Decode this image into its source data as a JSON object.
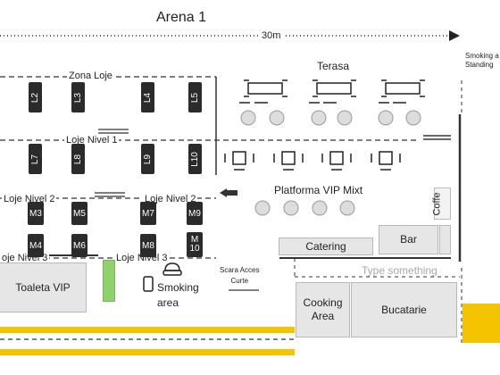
{
  "title": "Arena 1",
  "scale_label": "30m",
  "smoking_standing_label": "Smoking a Standing",
  "zona_loje": "Zona Loje",
  "terasa": "Terasa",
  "loje_nivel_1": "Loje Nivel 1",
  "loje_nivel_2_left": "Loje Nivel 2",
  "loje_nivel_2_right": "Loje Nivel 2",
  "loje_nivel_3_left": "oje Nivel 3",
  "loje_nivel_3_right": "Loje Nivel 3",
  "platforma": "Platforma VIP Mixt",
  "coffe": "Coffe",
  "catering": "Catering",
  "bar": "Bar",
  "type_something": "Type something",
  "toaleta": "Toaleta VIP",
  "smoking_area": "Smoking\narea",
  "scara": "Scara Acces\nCurte",
  "cooking": "Cooking\nArea",
  "bucatarie": "Bucatarie",
  "lodges_l": [
    "L2",
    "L3",
    "L4",
    "L5",
    "L7",
    "L8",
    "L9",
    "L10"
  ],
  "lodges_m": [
    "M3",
    "M5",
    "M7",
    "M9",
    "M4",
    "M6",
    "M8",
    "M\n10"
  ],
  "colors": {
    "accent_yellow": "#f5c400",
    "green": "#8fd16a",
    "dark_box": "#2b2b2b",
    "gray_box": "#e6e6e6"
  }
}
